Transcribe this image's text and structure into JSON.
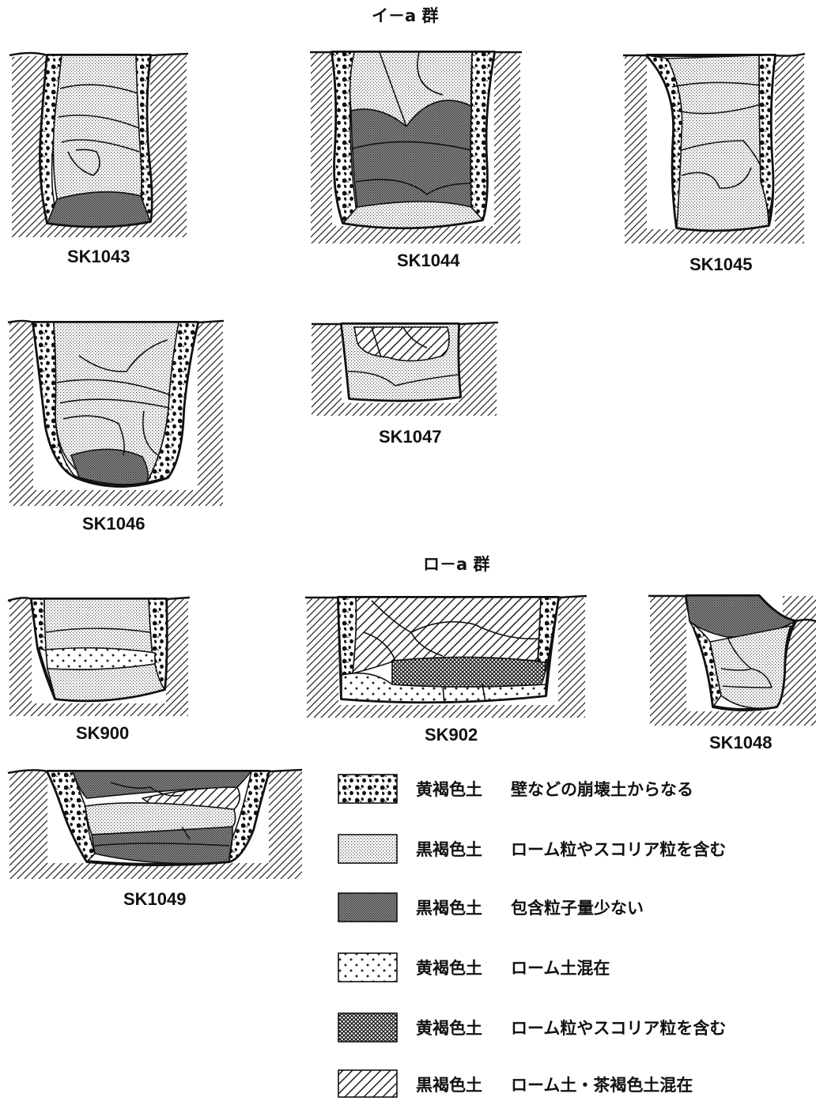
{
  "groups": [
    {
      "id": "i-a",
      "title": "イ－a 群"
    },
    {
      "id": "ro-a",
      "title": "ロ－a 群"
    }
  ],
  "pits": [
    {
      "id": "SK1043",
      "label": "SK1043",
      "group": "i-a"
    },
    {
      "id": "SK1044",
      "label": "SK1044",
      "group": "i-a"
    },
    {
      "id": "SK1045",
      "label": "SK1045",
      "group": "i-a"
    },
    {
      "id": "SK1046",
      "label": "SK1046",
      "group": "i-a"
    },
    {
      "id": "SK1047",
      "label": "SK1047",
      "group": "i-a"
    },
    {
      "id": "SK900",
      "label": "SK900",
      "group": "ro-a"
    },
    {
      "id": "SK902",
      "label": "SK902",
      "group": "ro-a"
    },
    {
      "id": "SK1048",
      "label": "SK1048",
      "group": "ro-a"
    },
    {
      "id": "SK1049",
      "label": "SK1049",
      "group": "ro-a"
    }
  ],
  "legend": [
    {
      "pattern": "mottled",
      "soil": "黄褐色土",
      "description": "壁などの崩壊土からなる"
    },
    {
      "pattern": "fine-dots",
      "soil": "黒褐色土",
      "description": "ローム粒やスコリア粒を含む"
    },
    {
      "pattern": "dense-dots",
      "soil": "黒褐色土",
      "description": "包含粒子量少ない"
    },
    {
      "pattern": "sparse-dots",
      "soil": "黄褐色土",
      "description": "ローム土混在"
    },
    {
      "pattern": "crosshatch",
      "soil": "黄褐色土",
      "description": "ローム粒やスコリア粒を含む"
    },
    {
      "pattern": "diagonal-lines",
      "soil": "黒褐色土",
      "description": "ローム土・茶褐色土混在"
    }
  ]
}
